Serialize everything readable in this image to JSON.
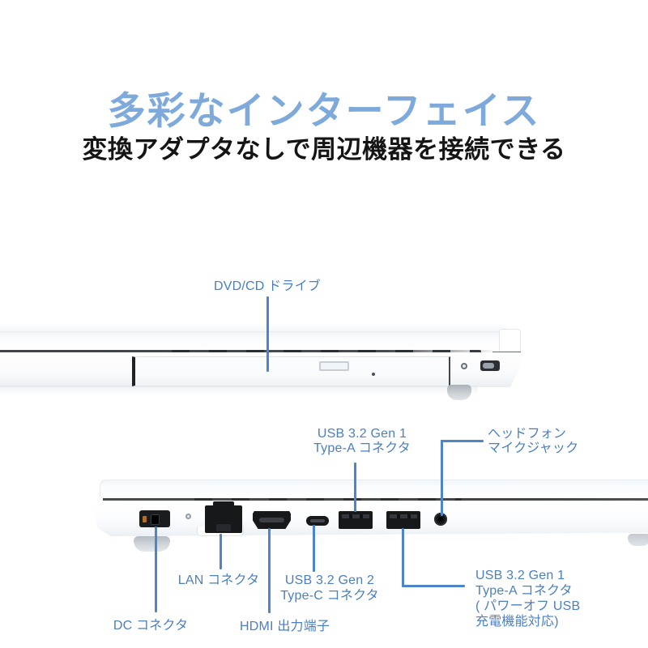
{
  "header": {
    "title": "多彩なインターフェイス",
    "subtitle": "変換アダプタなしで周辺機器を接続できる"
  },
  "colors": {
    "title_blue": "#7EA9DB",
    "subtitle_dark": "#151515",
    "label_blue": "#4B7FC0",
    "line_blue": "#4C86C8",
    "port_dark": "#17181A"
  },
  "top_view": {
    "description": "laptop right side with optical drive",
    "labels": {
      "dvd": "DVD/CD ドライブ"
    }
  },
  "bottom_view": {
    "description": "laptop left side with ports",
    "labels": {
      "usb_a_front": {
        "line1": "USB 3.2 Gen 1",
        "line2": "Type-A コネクタ"
      },
      "headphone": {
        "line1": "ヘッドフォン",
        "line2": "マイクジャック"
      },
      "lan": "LAN コネクタ",
      "usb_c": {
        "line1": "USB 3.2 Gen 2",
        "line2": "Type-C コネクタ"
      },
      "dc": "DC コネクタ",
      "hdmi": "HDMI 出力端子",
      "usb_a_rear": {
        "line1": "USB 3.2 Gen 1",
        "line2": "Type-A コネクタ",
        "line3": "( パワーオフ USB",
        "line4": "充電機能対応)"
      }
    }
  }
}
